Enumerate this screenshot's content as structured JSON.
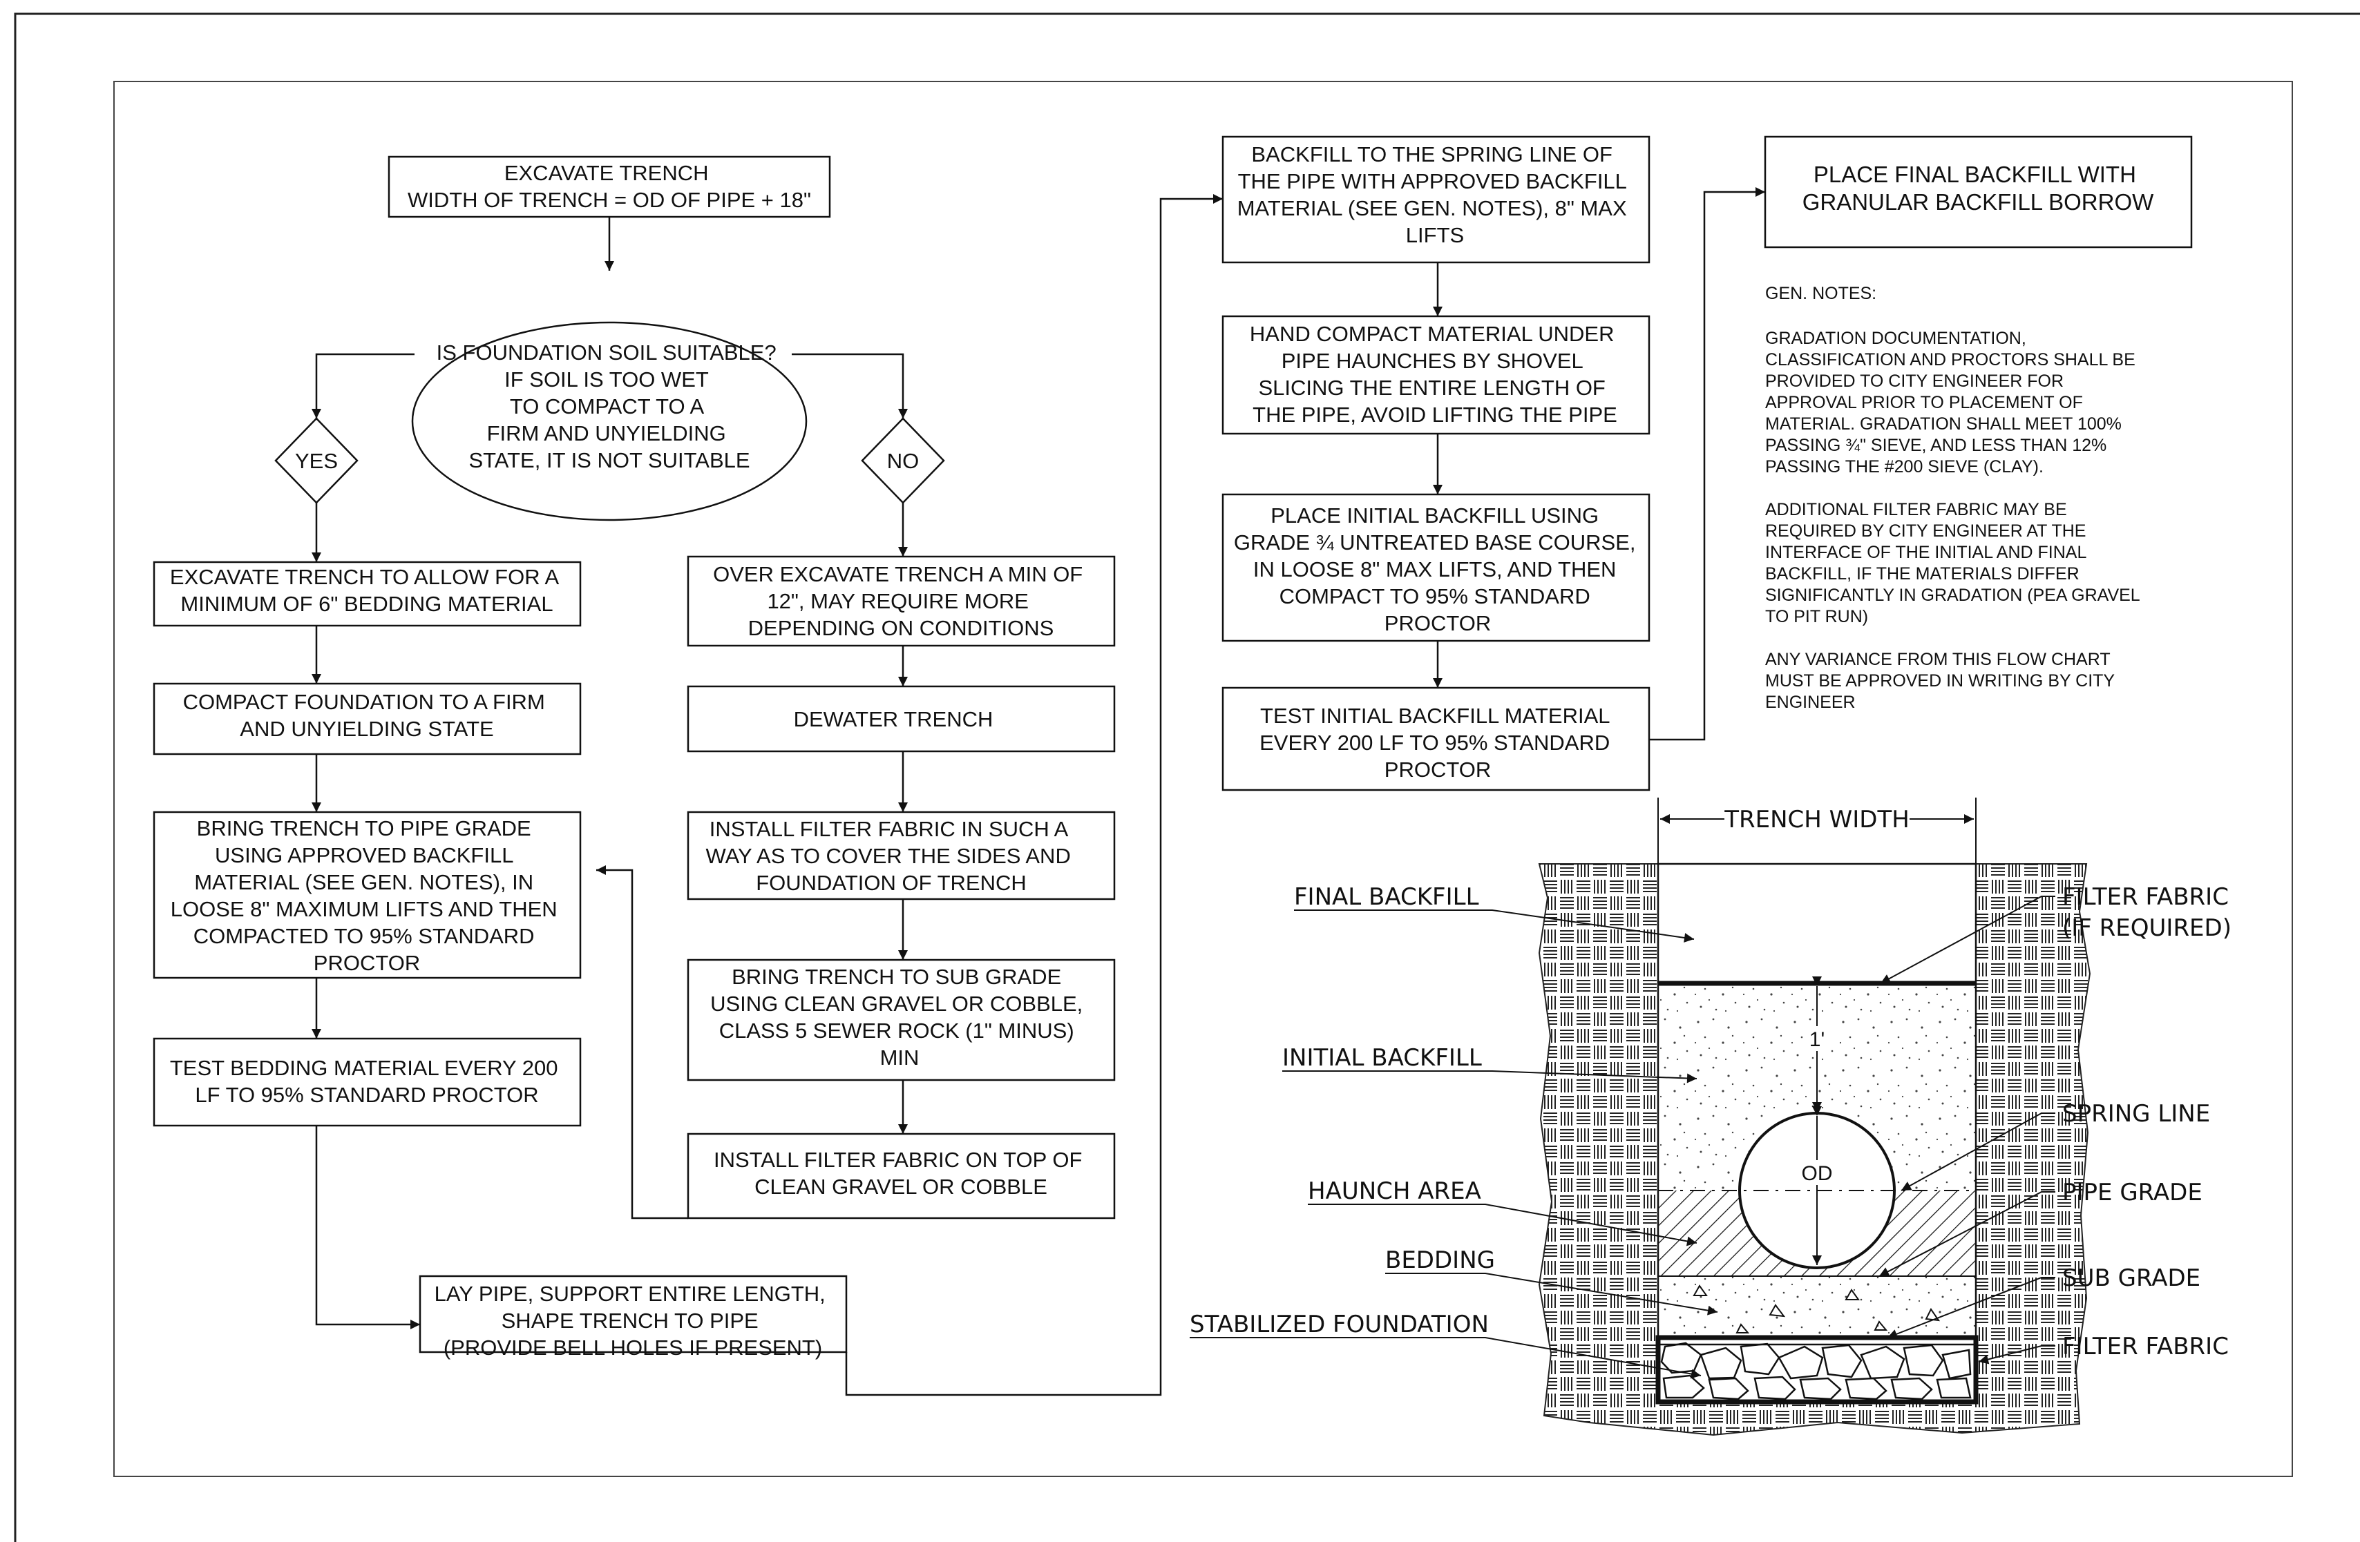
{
  "flowchart": {
    "excavate_trench": [
      "EXCAVATE TRENCH",
      "WIDTH OF TRENCH = OD OF PIPE + 18\""
    ],
    "soil_decision": [
      "IS FOUNDATION SOIL SUITABLE?",
      "IF SOIL IS TOO WET",
      "TO COMPACT TO A",
      "FIRM AND UNYIELDING",
      "STATE, IT IS NOT SUITABLE"
    ],
    "yes": "YES",
    "no": "NO",
    "excavate_bedding": [
      "EXCAVATE TRENCH TO ALLOW FOR A",
      "MINIMUM OF 6\" BEDDING MATERIAL"
    ],
    "compact_foundation": [
      "COMPACT FOUNDATION TO A FIRM",
      "AND UNYIELDING STATE"
    ],
    "bring_to_pipe_grade": [
      "BRING TRENCH TO PIPE GRADE",
      "USING APPROVED BACKFILL",
      "MATERIAL (SEE GEN. NOTES), IN",
      "LOOSE 8\" MAXIMUM LIFTS AND THEN",
      "COMPACTED TO 95% STANDARD",
      "PROCTOR"
    ],
    "test_bedding": [
      "TEST BEDDING MATERIAL EVERY 200",
      "LF TO 95% STANDARD PROCTOR"
    ],
    "over_excavate": [
      "OVER EXCAVATE TRENCH A MIN OF",
      "12\", MAY REQUIRE MORE",
      "DEPENDING ON CONDITIONS"
    ],
    "dewater": [
      "DEWATER TRENCH"
    ],
    "install_fabric_sides": [
      "INSTALL FILTER FABRIC IN SUCH A",
      "WAY AS TO COVER THE SIDES AND",
      "FOUNDATION OF TRENCH"
    ],
    "bring_to_sub_grade": [
      "BRING TRENCH TO SUB GRADE",
      "USING CLEAN GRAVEL OR COBBLE,",
      "CLASS 5 SEWER ROCK (1\" MINUS)",
      "MIN"
    ],
    "install_fabric_top": [
      "INSTALL FILTER FABRIC ON TOP OF",
      "CLEAN GRAVEL OR COBBLE"
    ],
    "lay_pipe": [
      "LAY PIPE, SUPPORT ENTIRE LENGTH,",
      "SHAPE TRENCH TO PIPE",
      "(PROVIDE BELL HOLES IF PRESENT)"
    ],
    "backfill_spring_line": [
      "BACKFILL TO THE SPRING LINE OF",
      "THE PIPE WITH APPROVED BACKFILL",
      "MATERIAL (SEE GEN. NOTES), 8\" MAX",
      "LIFTS"
    ],
    "hand_compact": [
      "HAND COMPACT MATERIAL UNDER",
      "PIPE HAUNCHES BY SHOVEL",
      "SLICING THE ENTIRE LENGTH OF",
      "THE PIPE, AVOID LIFTING THE PIPE"
    ],
    "place_initial": [
      "PLACE INITIAL BACKFILL USING",
      "GRADE ¾ UNTREATED BASE COURSE,",
      "IN LOOSE 8\" MAX LIFTS, AND THEN",
      "COMPACT TO 95% STANDARD",
      "PROCTOR"
    ],
    "test_initial": [
      "TEST INITIAL BACKFILL MATERIAL",
      "EVERY 200 LF TO 95% STANDARD",
      "PROCTOR"
    ],
    "place_final": [
      "PLACE FINAL BACKFILL WITH",
      "GRANULAR BACKFILL BORROW"
    ]
  },
  "gen_notes": {
    "title": "GEN. NOTES:",
    "lines": [
      "GRADATION DOCUMENTATION,",
      "CLASSIFICATION AND PROCTORS SHALL BE",
      "PROVIDED TO CITY ENGINEER FOR",
      "APPROVAL PRIOR TO PLACEMENT OF",
      "MATERIAL.  GRADATION SHALL MEET 100%",
      "PASSING ¾\" SIEVE, AND LESS THAN 12%",
      "PASSING THE #200 SIEVE (CLAY).",
      "",
      "ADDITIONAL FILTER FABRIC MAY BE",
      "REQUIRED BY CITY ENGINEER AT THE",
      "INTERFACE OF THE INITIAL AND FINAL",
      "BACKFILL, IF THE MATERIALS DIFFER",
      "SIGNIFICANTLY IN GRADATION (PEA GRAVEL",
      "TO PIT RUN)",
      "",
      "ANY VARIANCE FROM THIS FLOW CHART",
      "MUST BE APPROVED IN WRITING BY CITY",
      "ENGINEER"
    ]
  },
  "section": {
    "trench_width": "TRENCH WIDTH",
    "final_backfill": "FINAL BACKFILL",
    "initial_backfill": "INITIAL BACKFILL",
    "haunch_area": "HAUNCH AREA",
    "bedding": "BEDDING",
    "stabilized_foundation": "STABILIZED FOUNDATION",
    "filter_fabric_if_required": [
      "FILTER FABRIC",
      "(IF REQUIRED)"
    ],
    "spring_line": "SPRING LINE",
    "pipe_grade": "PIPE GRADE",
    "sub_grade": "SUB GRADE",
    "filter_fabric": "FILTER FABRIC",
    "one_foot": "1'",
    "od": "OD"
  }
}
